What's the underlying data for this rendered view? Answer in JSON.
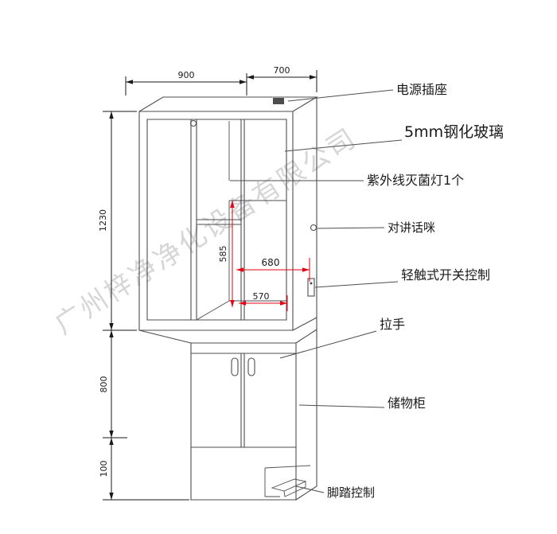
{
  "watermark": "广州梓净净化设备有限公司",
  "dimensions": {
    "top_width": "900",
    "top_depth": "700",
    "upper_height": "1230",
    "cabinet_height": "800",
    "base_height": "100",
    "inner_height": "585",
    "inner_width": "680",
    "inner_depth": "570"
  },
  "callouts": {
    "power_socket": "电源插座",
    "tempered_glass": "5mm钢化玻璃",
    "uv_lamp": "紫外线灭菌灯1个",
    "intercom_mic": "对讲话咪",
    "touch_switch": "轻触式开关控制",
    "handle": "拉手",
    "storage_cabinet": "储物柜",
    "foot_pedal": "脚踏控制"
  },
  "colors": {
    "line": "#4d4d4d",
    "dimension_red": "#e60012",
    "text": "#1a1a1a",
    "watermark": "#bcbcbc",
    "background": "#ffffff"
  }
}
